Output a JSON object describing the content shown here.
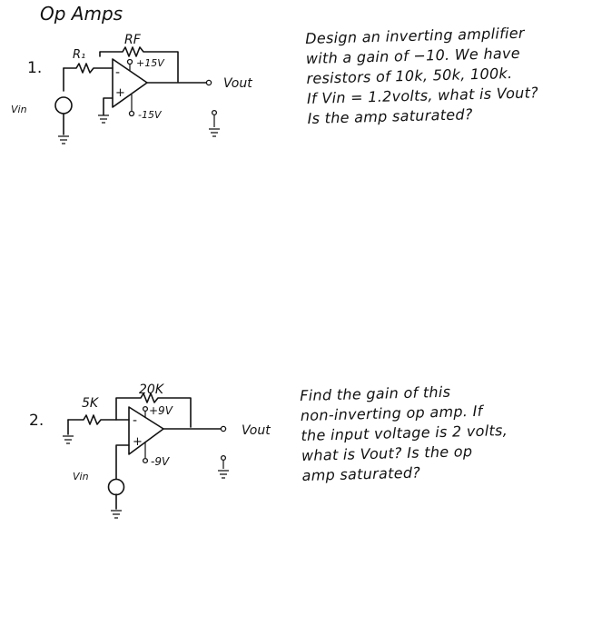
{
  "title": "Op Amps",
  "problem1": {
    "number": "1.",
    "rf_label": "RF",
    "r1_label": "R₁",
    "vplus_label": "+15V",
    "vminus_label": "-15V",
    "minus_sign": "-",
    "plus_sign": "+",
    "vin_label": "Vin",
    "vout_label": "Vout",
    "text_lines": [
      "Design an inverting amplifier",
      "with a gain of −10. We have",
      "resistors of 10k, 50k, 100k.",
      "If Vin = 1.2volts, what is Vout?",
      "Is the amp saturated?"
    ]
  },
  "problem2": {
    "number": "2.",
    "rf_label": "20K",
    "r1_label": "5K",
    "vplus_label": "+9V",
    "vminus_label": "-9V",
    "minus_sign": "-",
    "plus_sign": "+",
    "vin_label": "Vin",
    "vout_label": "Vout",
    "text_lines": [
      "Find the gain of this",
      "non-inverting op amp. If",
      "the input voltage is 2 volts,",
      "what is Vout? Is the op",
      "amp saturated?"
    ]
  }
}
